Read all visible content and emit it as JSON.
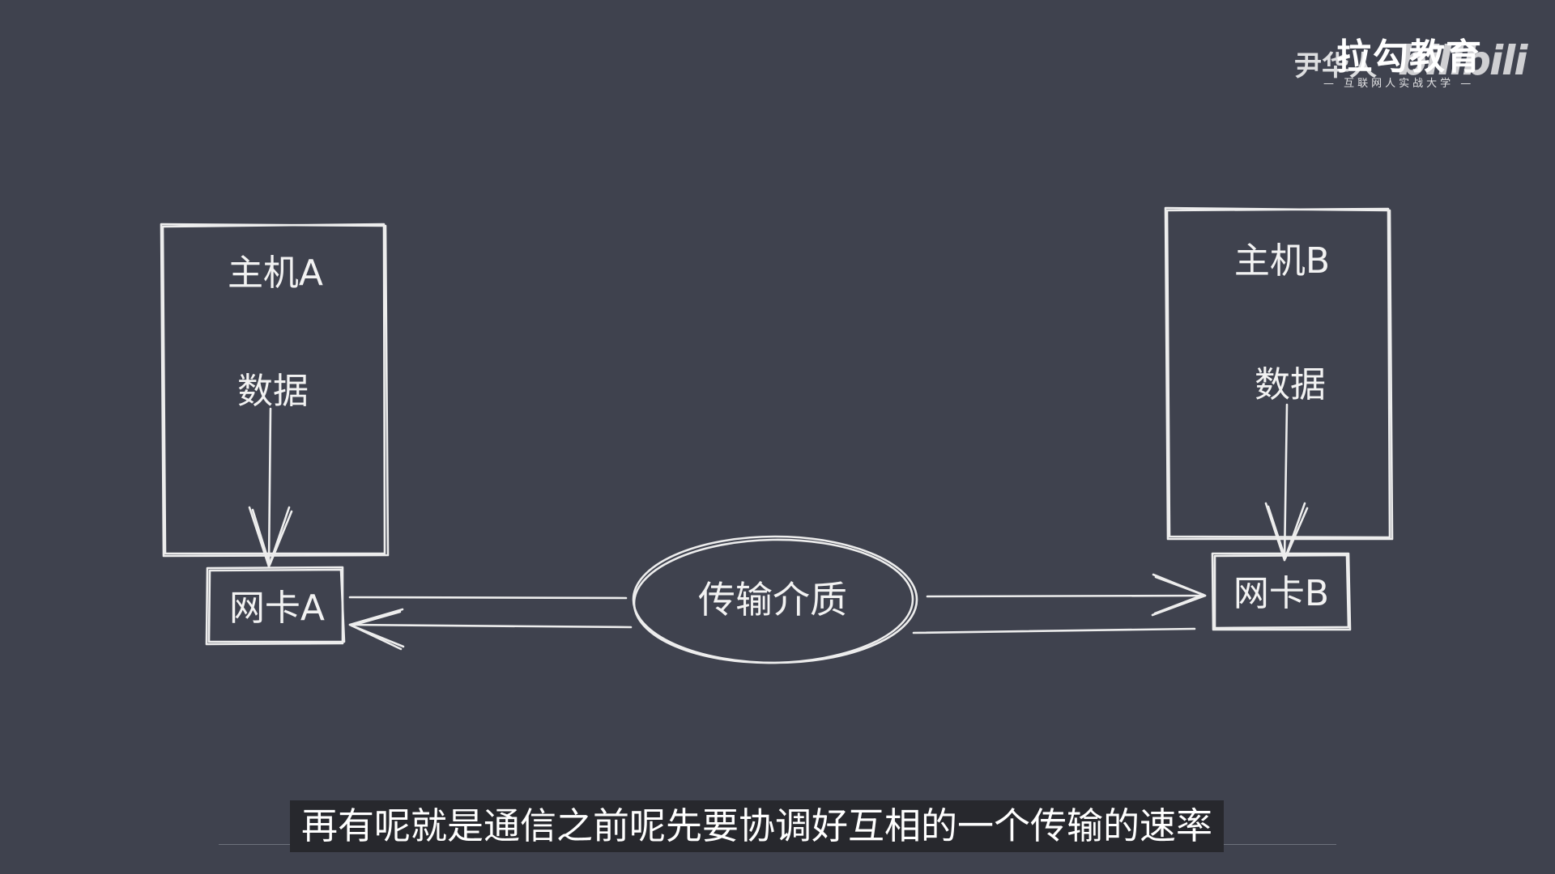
{
  "diagram": {
    "host_a": {
      "title": "主机A",
      "data_label": "数据",
      "nic_label": "网卡A"
    },
    "host_b": {
      "title": "主机B",
      "data_label": "数据",
      "nic_label": "网卡B"
    },
    "medium_label": "传输介质"
  },
  "watermark": {
    "author": "尹华人",
    "brand": "拉勾教育",
    "platform": "bilibili",
    "tagline": "— 互联网人实战大学 —"
  },
  "subtitle": "再有呢就是通信之前呢先要协调好互相的一个传输的速率",
  "colors": {
    "background": "#3f424e",
    "stroke": "#ededed",
    "subtitle_bg": "#27282d"
  }
}
